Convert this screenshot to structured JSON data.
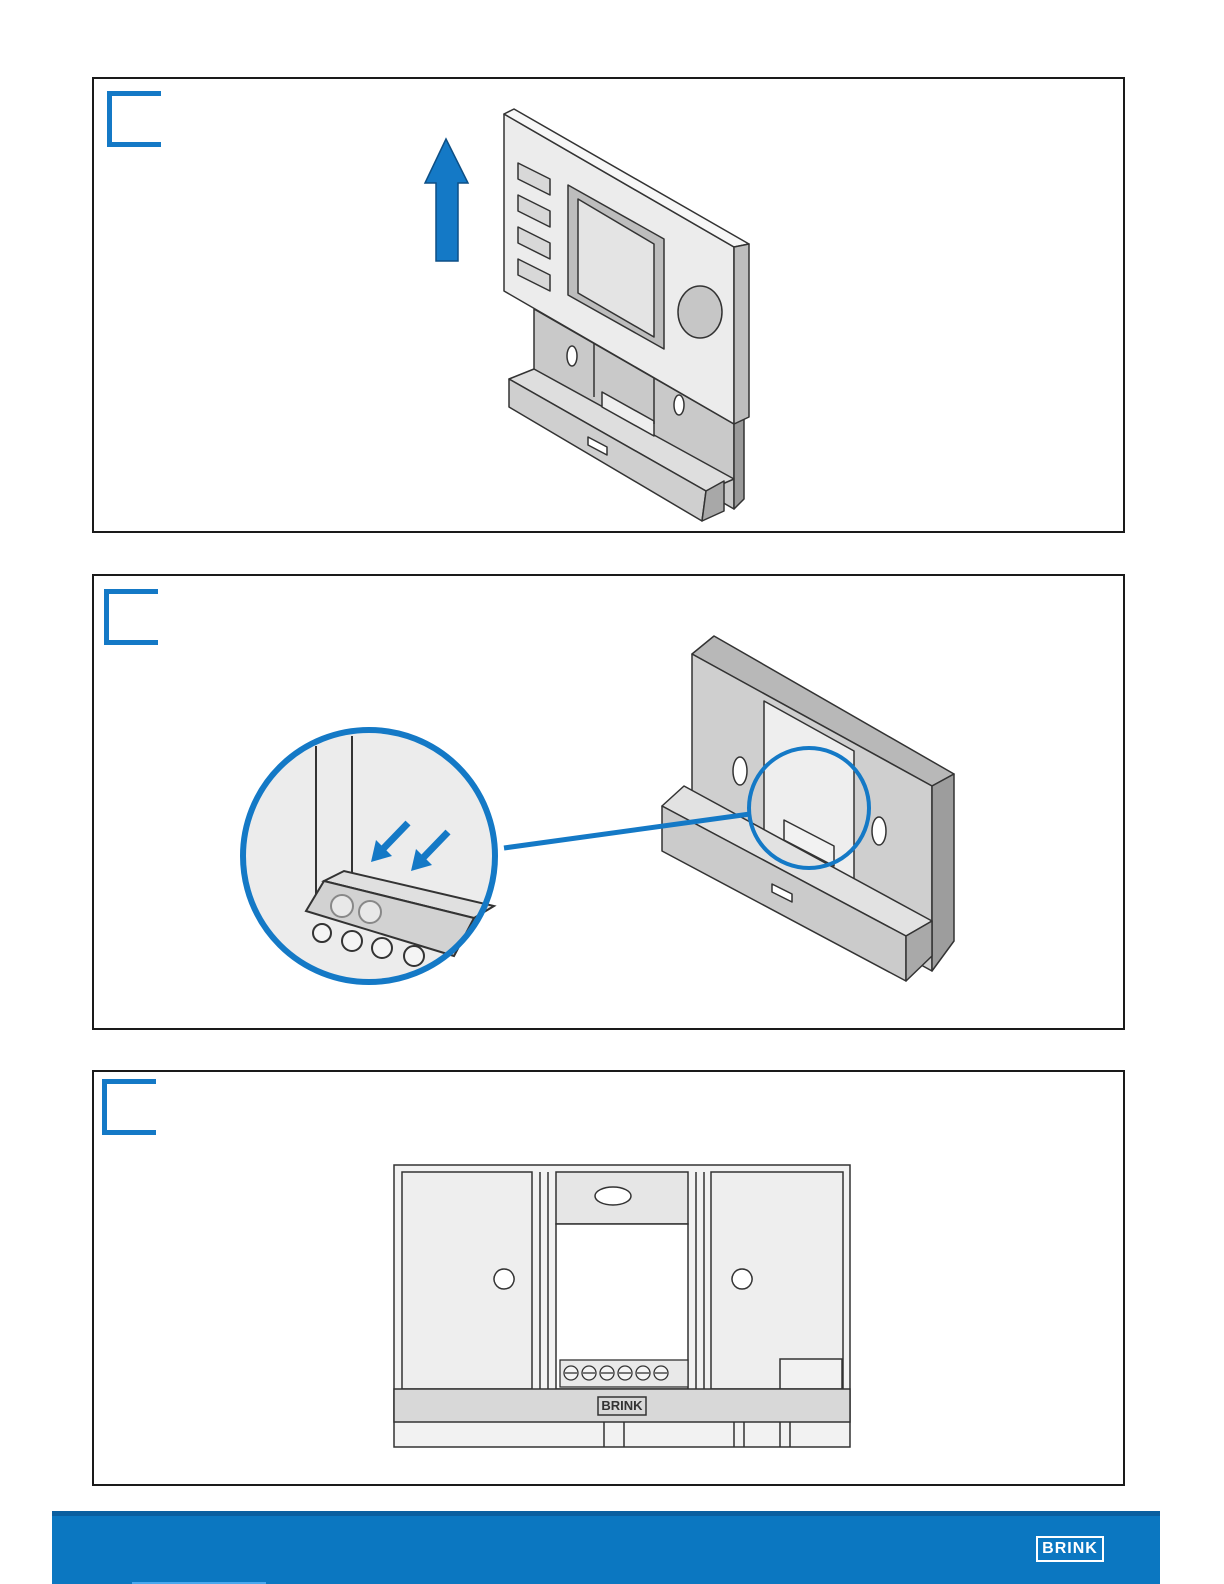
{
  "brand": {
    "logo_text": "BRINK",
    "accent_color": "#1479c6",
    "footer_color": "#0b77c1"
  },
  "panels": [
    {
      "name": "step-remove-control-unit",
      "icons": [
        "up-arrow-icon",
        "control-unit-icon",
        "wall-bracket-icon"
      ]
    },
    {
      "name": "step-connect-wires",
      "icons": [
        "magnifier-circle-icon",
        "wire-arrow-icon",
        "terminal-block-icon"
      ]
    },
    {
      "name": "step-front-view-bracket",
      "icons": [
        "keyhole-icon",
        "terminal-screw-icon"
      ]
    }
  ]
}
